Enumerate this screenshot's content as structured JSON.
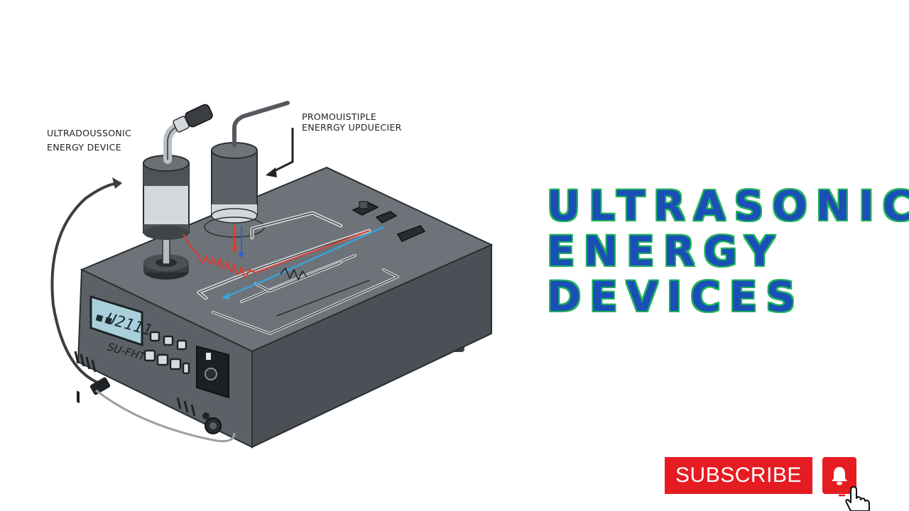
{
  "illustration": {
    "label_left_line1": "ULTRADOUSSONIC",
    "label_left_line2": "ENERGY DEVICE",
    "label_right_line1": "PROMOUISTIPLE",
    "label_right_line2": "ENERRGY UPDUECIER",
    "lcd_readout": "U2111",
    "lcd_prefix": "▪▪",
    "model_label": "SU-FHT"
  },
  "title": {
    "line1": "ULTRASONIC",
    "line2": "ENERGY",
    "line3": "DEVICES"
  },
  "subscribe": {
    "label": "SUBSCRIBE"
  },
  "colors": {
    "title_fill": "#1a4fb8",
    "title_outline": "#1fb35a",
    "subscribe_red": "#e61c23"
  }
}
